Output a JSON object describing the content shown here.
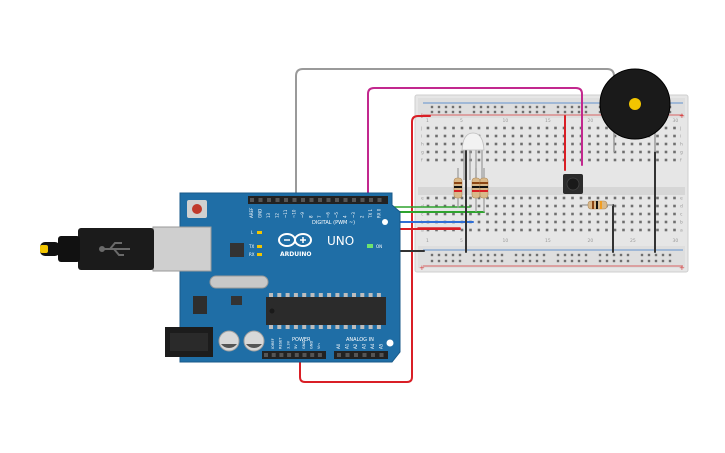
{
  "board": {
    "logo_text": "ARDUINO",
    "model": "UNO",
    "header_digital": "DIGITAL (PWM ~)",
    "header_power": "POWER",
    "header_analog": "ANALOG IN",
    "on_label": "ON",
    "tx_label": "TX",
    "rx_label": "RX",
    "l_label": "L",
    "digital_pins": [
      "AREF",
      "GND",
      "13",
      "12",
      "~11",
      "~10",
      "~9",
      "8",
      "7",
      "~6",
      "~5",
      "4",
      "~3",
      "2",
      "TX 1",
      "RX 0"
    ],
    "power_pins": [
      "IOREF",
      "RESET",
      "3.3V",
      "5V",
      "GND",
      "GND",
      "Vin"
    ],
    "analog_pins": [
      "A0",
      "A1",
      "A2",
      "A3",
      "A4",
      "A5"
    ]
  },
  "breadboard": {
    "columns": [
      "1",
      "5",
      "10",
      "15",
      "20",
      "25",
      "30"
    ],
    "rows_top": [
      "j",
      "i",
      "h",
      "g",
      "f"
    ],
    "rows_bottom": [
      "e",
      "d",
      "c",
      "b",
      "a"
    ]
  },
  "colors": {
    "board": "#1f6ea6",
    "breadboard": "#e8e8e8",
    "wire_red": "#d91f26",
    "wire_magenta": "#c2288e",
    "wire_green": "#2ea42e",
    "wire_gray": "#9a9a9a",
    "wire_black": "#333333"
  }
}
